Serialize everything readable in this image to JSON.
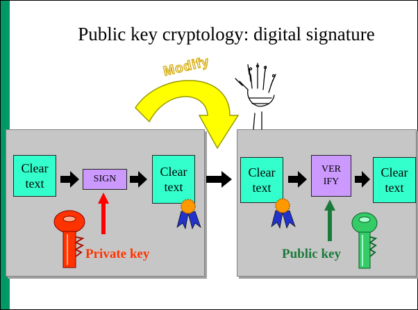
{
  "title": "Public key cryptology: digital signature",
  "modify_label": "Modify",
  "left_panel": {
    "clear_text_1": "Clear\ntext",
    "sign": "SIGN",
    "clear_text_2": "Clear\ntext",
    "key_label": "Private key"
  },
  "right_panel": {
    "clear_text_1": "Clear\ntext",
    "verify": "VER\nIFY",
    "clear_text_2": "Clear\ntext",
    "key_label": "Public key"
  },
  "colors": {
    "accent_bar": "#009966",
    "text_box": "#33ffcc",
    "process_box": "#cc99ff",
    "panel": "#c6c6c6",
    "private_key": "#ff3300",
    "public_key": "#33cc66",
    "modify_arrow": "#ffff00"
  },
  "icons": [
    "private-key-icon",
    "public-key-icon",
    "seal-ribbon-icon",
    "skeleton-hand-icon",
    "curved-arrow-icon"
  ]
}
